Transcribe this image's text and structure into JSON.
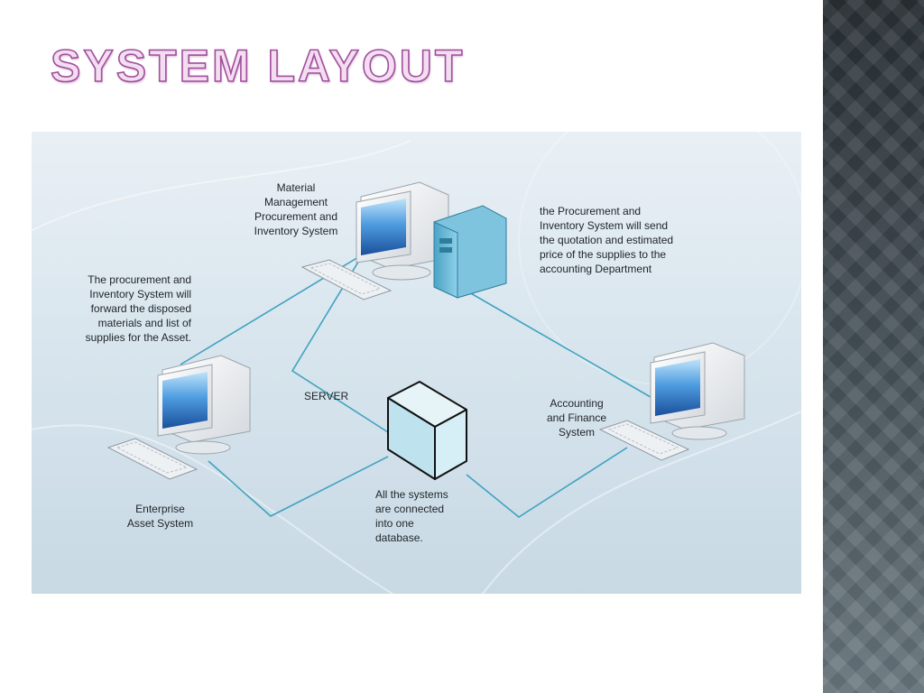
{
  "slide": {
    "title": "SYSTEM LAYOUT"
  },
  "diagram": {
    "labels": {
      "material_management": "Material\nManagement\nProcurement and\nInventory System",
      "procurement_to_accounting": "the Procurement and\nInventory System will send\nthe quotation and estimated\nprice of the supplies to the\naccounting Department",
      "procurement_to_asset": "The procurement and\nInventory System will\nforward the disposed\nmaterials and list of\nsupplies for the Asset.",
      "server": "SERVER",
      "accounting_finance": "Accounting\nand Finance\nSystem",
      "enterprise_asset": "Enterprise\nAsset System",
      "database_note": "All the systems\nare connected\ninto one\ndatabase."
    }
  }
}
